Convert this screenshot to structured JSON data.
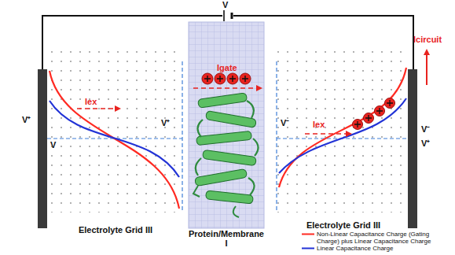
{
  "diagram": {
    "nodes": [
      {
        "text": [
          "Electrolyte Grid III"
        ]
      },
      {
        "text": [
          "Protein/Membrane I"
        ]
      },
      {
        "text": [
          "Electrolyte Grid III"
        ]
      }
    ],
    "labels": [
      "V",
      "V⁺",
      "V⁺",
      "V",
      "Iex",
      "Igate",
      "V⁻",
      "Iex",
      "V⁻",
      "V⁺",
      "Icircuit"
    ],
    "legend": [
      {
        "text": "Non-Linear Capacitance Charge (Gating Charge) plus Linear Capacitance Charge"
      },
      {
        "text": "Linear Capacitance Charge"
      }
    ]
  }
}
